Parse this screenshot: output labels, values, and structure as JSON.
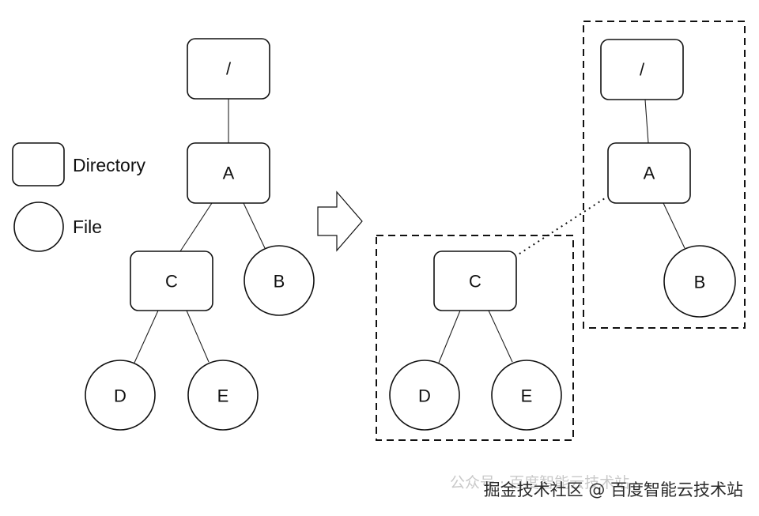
{
  "legend": {
    "directory_label": "Directory",
    "file_label": "File"
  },
  "left_tree": {
    "root": "/",
    "a": "A",
    "b": "B",
    "c": "C",
    "d": "D",
    "e": "E"
  },
  "right_tree": {
    "root": "/",
    "a": "A",
    "b": "B",
    "c": "C",
    "d": "D",
    "e": "E"
  },
  "watermark": {
    "faint_text": "公众号 · 百度智能云技术站",
    "main_text": "掘金技术社区 @ 百度智能云技术站"
  }
}
